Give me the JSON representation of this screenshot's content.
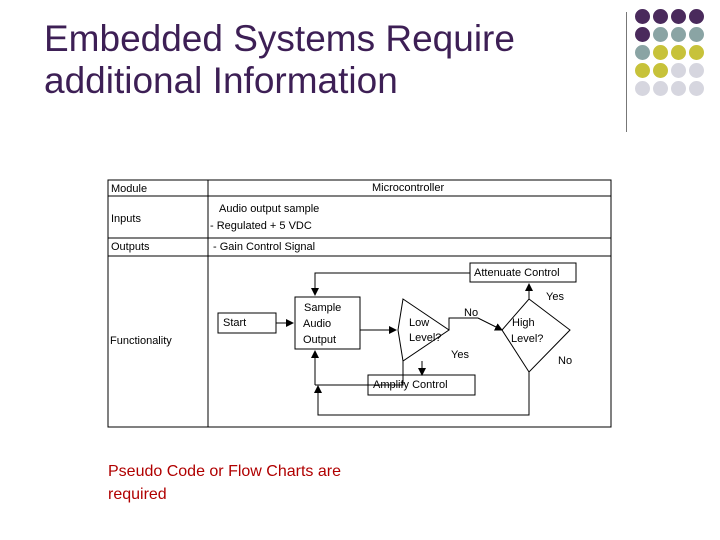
{
  "slide": {
    "title_line1": "Embedded Systems Require",
    "title_line2": "additional Information",
    "caption_line1": "Pseudo Code or Flow Charts are",
    "caption_line2": "required"
  },
  "colors": {
    "title": "#3d1f55",
    "caption": "#b00000",
    "dot_purple": "#4a2a5c",
    "dot_teal": "#8aa4a4",
    "dot_olive": "#c7c23a",
    "dot_light": "#d6d6df"
  },
  "decoration": {
    "dot_rows": [
      [
        "dot_purple",
        "dot_purple",
        "dot_purple",
        "dot_purple"
      ],
      [
        "dot_purple",
        "dot_teal",
        "dot_teal",
        "dot_teal"
      ],
      [
        "dot_teal",
        "dot_olive",
        "dot_olive",
        "dot_olive"
      ],
      [
        "dot_olive",
        "dot_olive",
        "dot_light",
        "dot_light"
      ],
      [
        "dot_light",
        "dot_light",
        "dot_light",
        "dot_light"
      ]
    ]
  },
  "table": {
    "module_label": "Module",
    "module_value": "Microcontroller",
    "inputs_label": "Inputs",
    "inputs_value_line1": "Audio output sample",
    "inputs_value_line2": "- Regulated + 5 VDC",
    "outputs_label": "Outputs",
    "outputs_value": "- Gain Control Signal",
    "functionality_label": "Functionality"
  },
  "flowchart": {
    "start": "Start",
    "sample_line1": "Sample",
    "sample_line2": "Audio",
    "sample_line3": "Output",
    "low_line1": "Low",
    "low_line2": "Level?",
    "high_line1": "High",
    "high_line2": "Level?",
    "attenuate": "Attenuate Control",
    "amplify": "Amplify Control",
    "no_low": "No",
    "yes_low": "Yes",
    "yes_high": "Yes",
    "no_high": "No"
  }
}
